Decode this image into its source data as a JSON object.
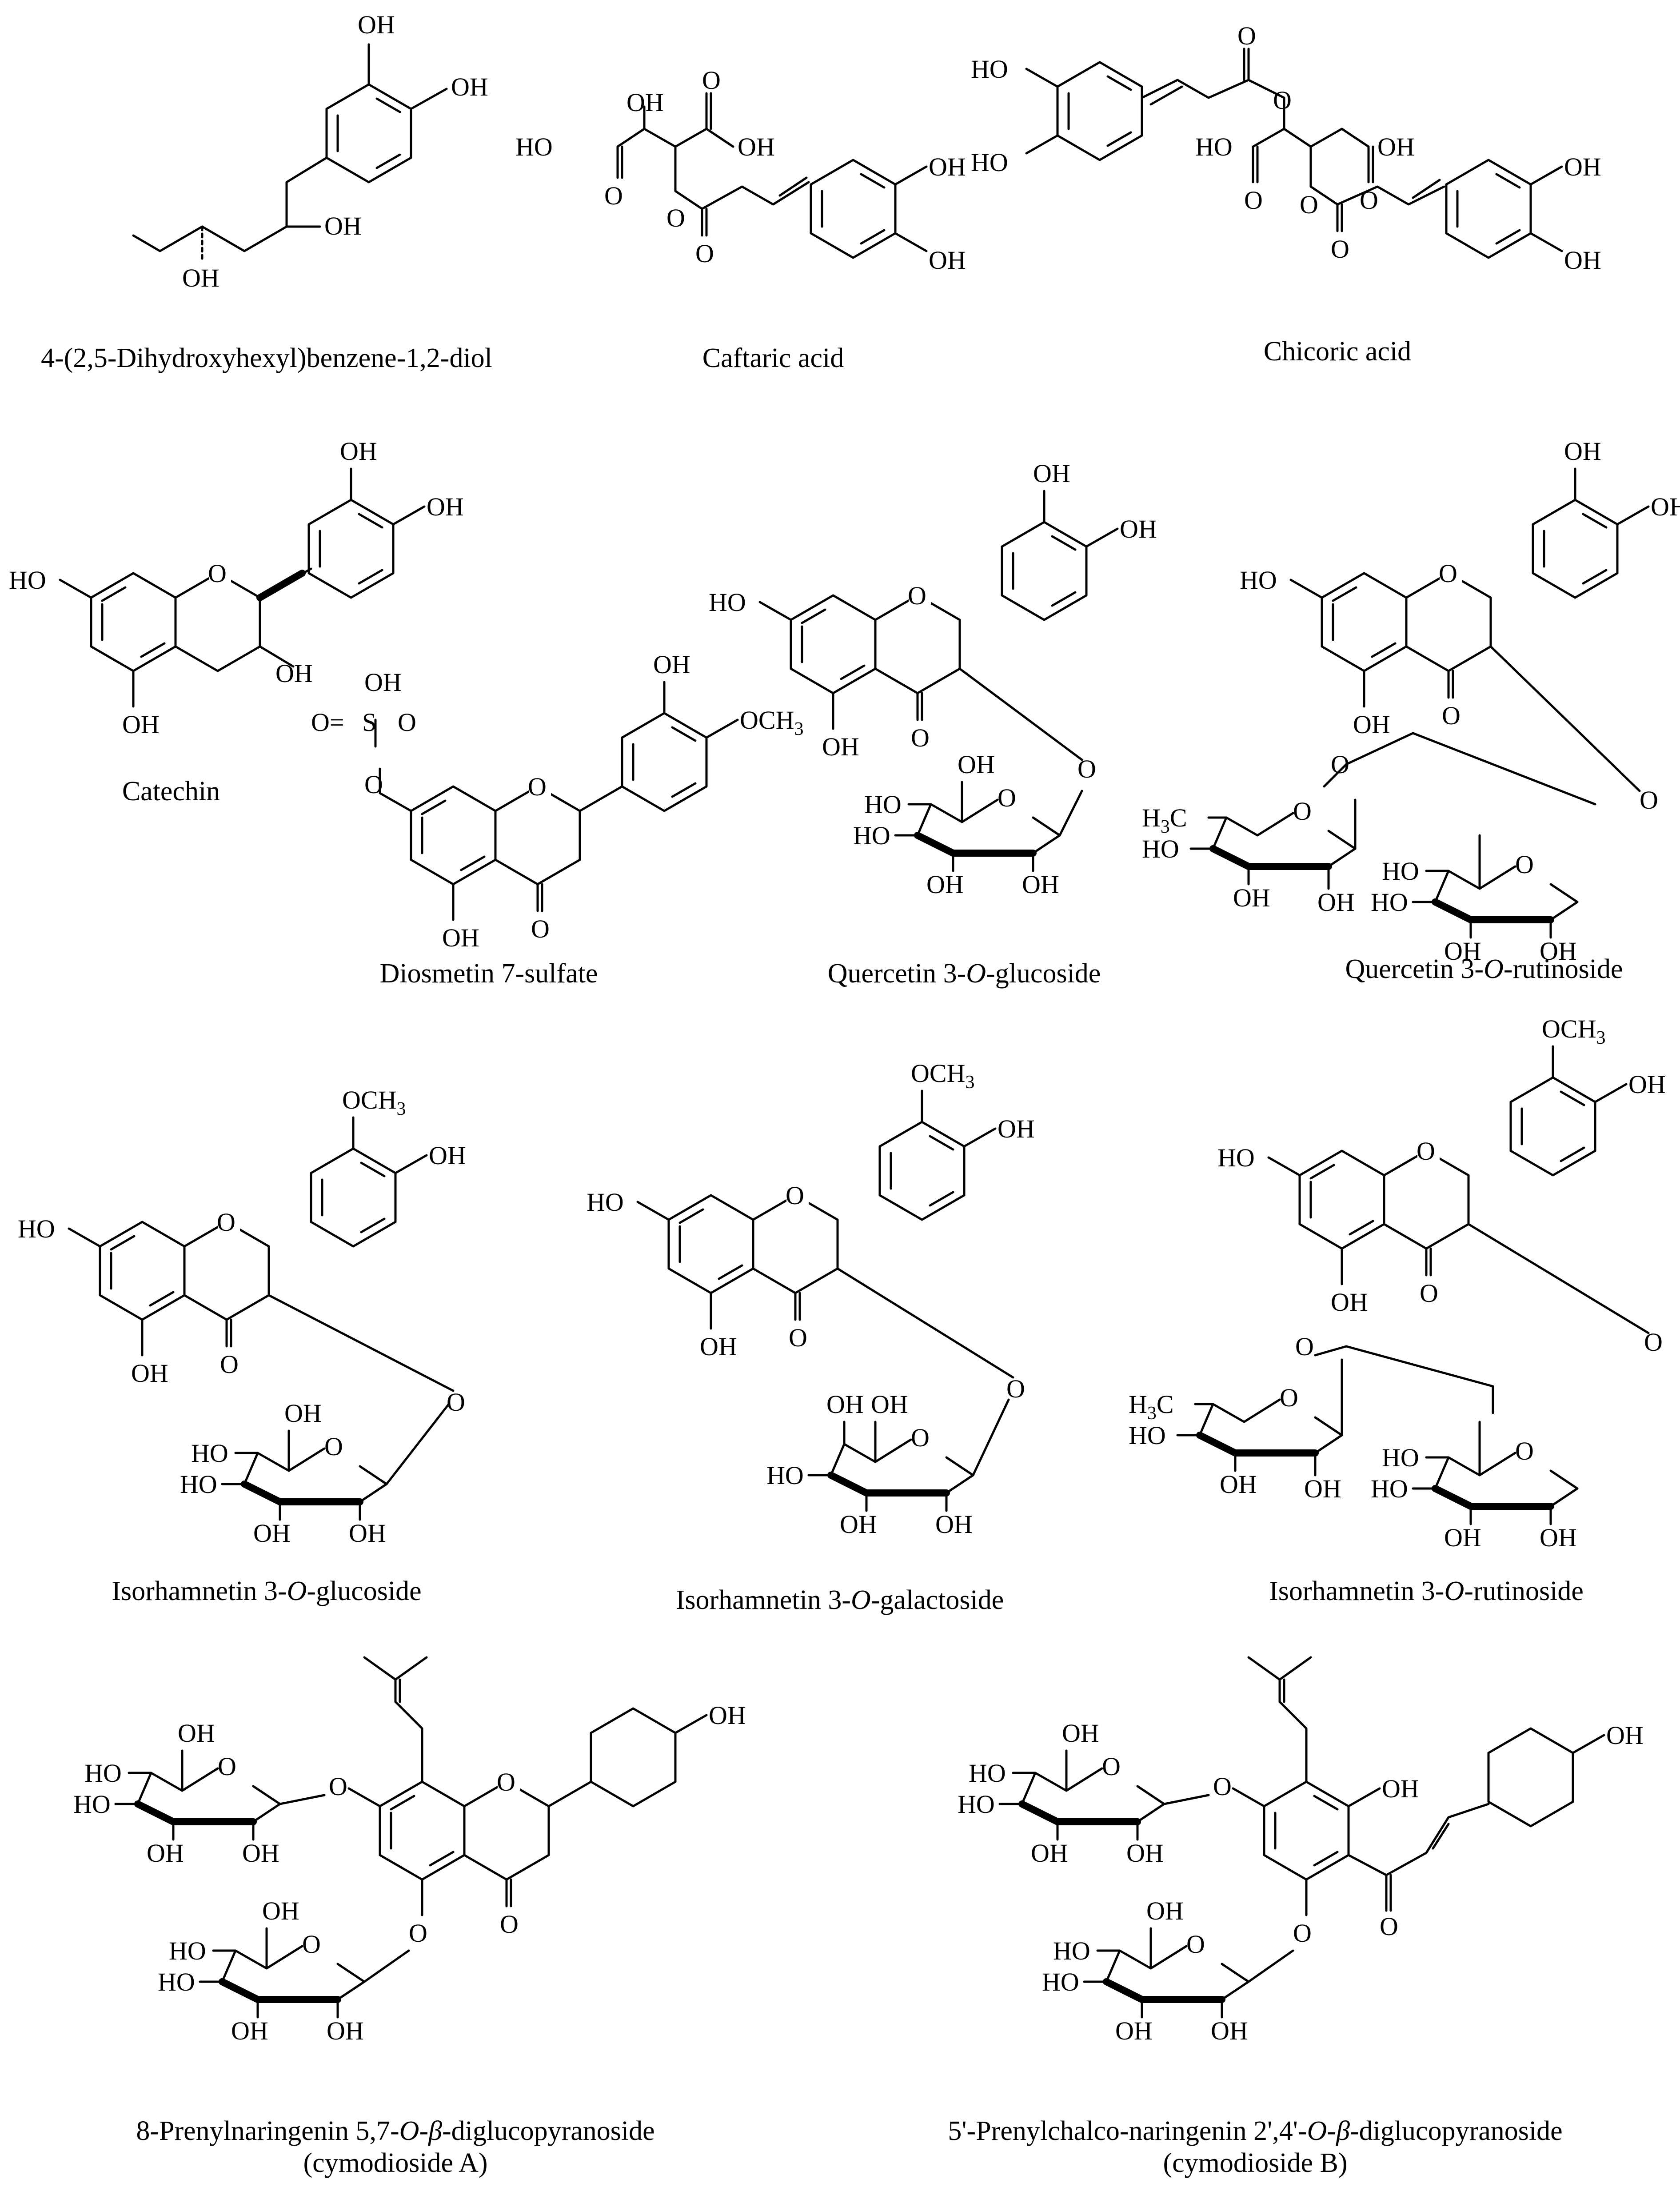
{
  "atoms": {
    "OH": "OH",
    "HO": "HO",
    "O": "O",
    "OCH3_base": "OCH",
    "OCH3_sub": "3",
    "H3C_base": "H",
    "H3C_sub": "3",
    "H3C_tail": "C",
    "S": "S",
    "O_eq": "O="
  },
  "compounds": [
    {
      "name": "4-(2,5-Dihydroxyhexyl)benzene-1,2-diol",
      "parts": [
        "4-(2,5-Dihydroxyhexyl)benzene-1,2-diol"
      ]
    },
    {
      "name": "Caftaric acid",
      "parts": [
        "Caftaric acid"
      ]
    },
    {
      "name": "Chicoric acid",
      "parts": [
        "Chicoric acid"
      ]
    },
    {
      "name": "Catechin",
      "parts": [
        "Catechin"
      ]
    },
    {
      "name": "Diosmetin 7-sulfate",
      "parts": [
        "Diosmetin 7-sulfate"
      ]
    },
    {
      "name": "Quercetin 3-O-glucoside",
      "parts": [
        "Quercetin 3-",
        "O",
        "-glucoside"
      ]
    },
    {
      "name": "Quercetin 3-O-rutinoside",
      "parts": [
        "Quercetin 3-",
        "O",
        "-rutinoside"
      ]
    },
    {
      "name": "Isorhamnetin 3-O-glucoside",
      "parts": [
        "Isorhamnetin 3-",
        "O",
        "-glucoside"
      ]
    },
    {
      "name": "Isorhamnetin 3-O-galactoside",
      "parts": [
        "Isorhamnetin 3-",
        "O",
        "-galactoside"
      ]
    },
    {
      "name": "Isorhamnetin 3-O-rutinoside",
      "parts": [
        "Isorhamnetin 3-",
        "O",
        "-rutinoside"
      ]
    },
    {
      "name": "8-Prenylnaringenin 5,7-O-β-diglucopyranoside",
      "parts": [
        "8-Prenylnaringenin 5,7-",
        "O",
        "-",
        "β",
        "-diglucopyranoside"
      ],
      "subtitle": "(cymodioside A)"
    },
    {
      "name": "5'-Prenylchalco-naringenin 2',4'-O-β-diglucopyranoside",
      "parts": [
        "5'-Prenylchalco-naringenin 2',4'-",
        "O",
        "-",
        "β",
        "-diglucopyranoside"
      ],
      "subtitle": "(cymodioside B)"
    }
  ]
}
